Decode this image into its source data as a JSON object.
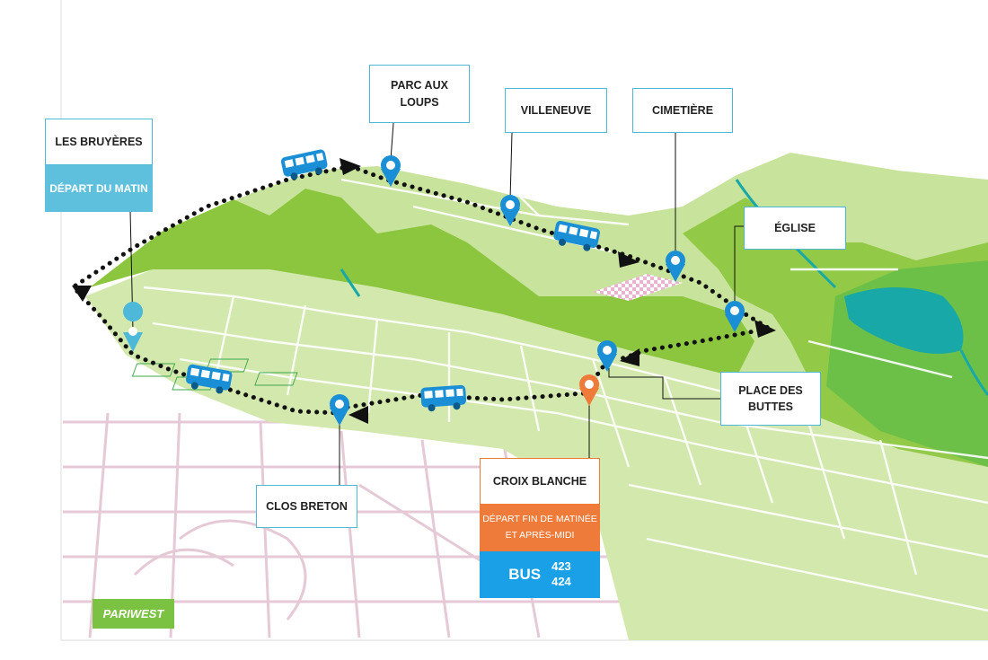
{
  "stops": {
    "les_bruyeres": "LES BRUYÈRES",
    "les_bruyeres_note": "DÉPART DU MATIN",
    "parc_aux_loups_line1": "PARC AUX",
    "parc_aux_loups_line2": "LOUPS",
    "villeneuve": "VILLENEUVE",
    "cimetiere": "CIMETIÈRE",
    "eglise": "ÉGLISE",
    "place_des_buttes_line1": "PLACE DES",
    "place_des_buttes_line2": "BUTTES",
    "clos_breton": "CLOS BRETON",
    "croix_blanche": "CROIX BLANCHE",
    "croix_blanche_note_line1": "DÉPART FIN DE MATINÉE",
    "croix_blanche_note_line2": "ET APRÈS-MIDI"
  },
  "bus": {
    "label": "BUS",
    "line1": "423",
    "line2": "424"
  },
  "brand": "PARIWEST",
  "colors": {
    "route_stop_marker": "#1a8fd6",
    "croix_blanche_marker": "#ef7b3a",
    "les_bruyeres_marker": "#4db8d8",
    "vegetation": "#c8e39c",
    "forest": "#8cc63e",
    "water": "#18a8a8",
    "bus_icon": "#1a8fd6",
    "orange_note": "#ef7b3a",
    "bus_box": "#1aa0e6",
    "brand_bg": "#7cc242"
  },
  "icons": [
    "map-pin-icon",
    "bus-icon",
    "route-arrow-icon"
  ]
}
